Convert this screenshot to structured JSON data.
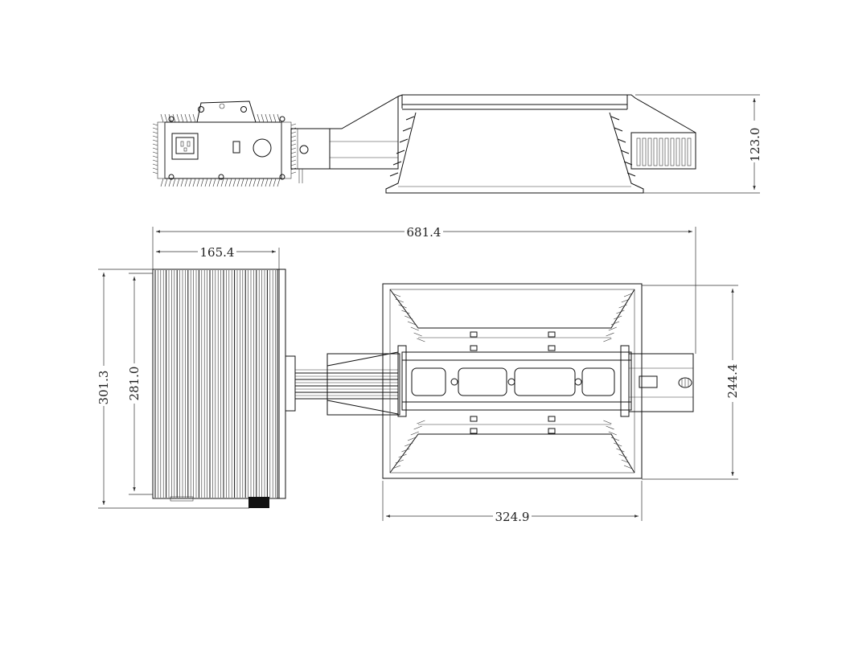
{
  "drawing": {
    "dimensions": {
      "height_side": "123.0",
      "overall_length": "681.4",
      "ballast_length": "165.4",
      "ballast_width_outer": "301.3",
      "ballast_width_inner": "281.0",
      "reflector_width": "244.4",
      "reflector_length": "324.9"
    },
    "colors": {
      "line": "#111111",
      "background": "#ffffff"
    }
  }
}
